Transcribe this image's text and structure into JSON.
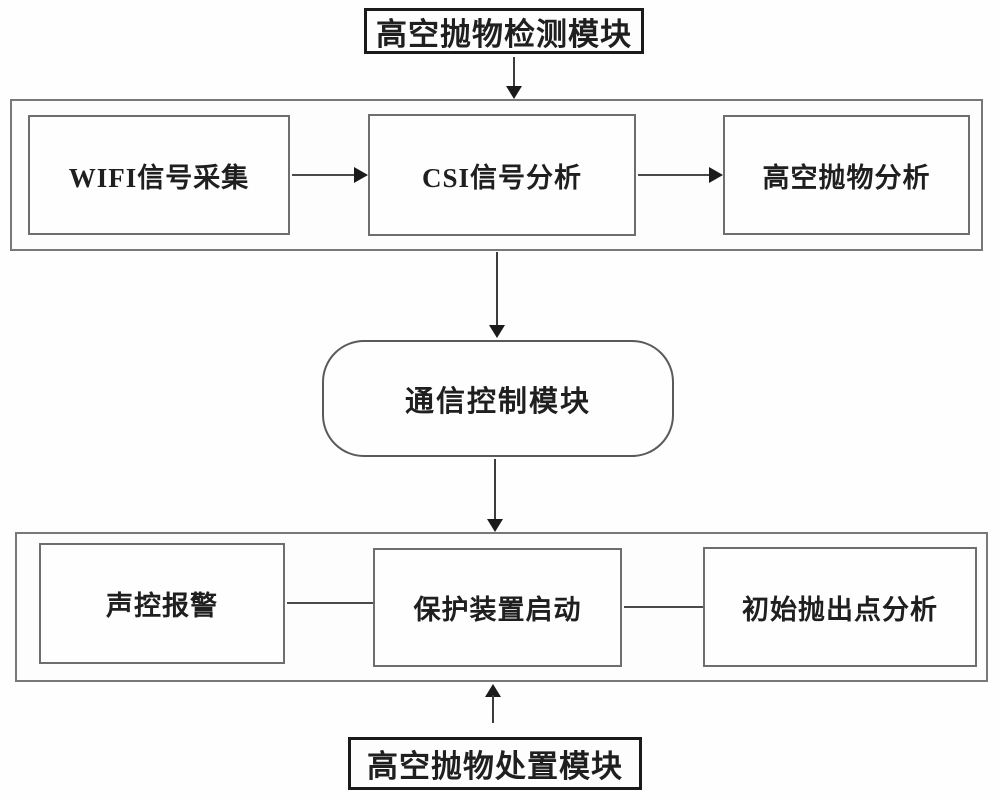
{
  "diagram": {
    "title_top": "高空抛物检测模块",
    "title_bottom": "高空抛物处置模块",
    "detection_group": {
      "boxes": [
        {
          "label": "WIFI信号采集"
        },
        {
          "label": "CSI信号分析"
        },
        {
          "label": "高空抛物分析"
        }
      ]
    },
    "comm_module": {
      "label": "通信控制模块"
    },
    "disposal_group": {
      "boxes": [
        {
          "label": "声控报警"
        },
        {
          "label": "保护装置启动"
        },
        {
          "label": "初始抛出点分析"
        }
      ]
    },
    "colors": {
      "background": "#fefefe",
      "line": "#3c3c3c",
      "arrowhead": "#1b1b1b",
      "box_border": "#6e6e6e",
      "group_border": "#787878",
      "label_border": "#1a1a1a",
      "text": "#1f1f1f"
    }
  }
}
